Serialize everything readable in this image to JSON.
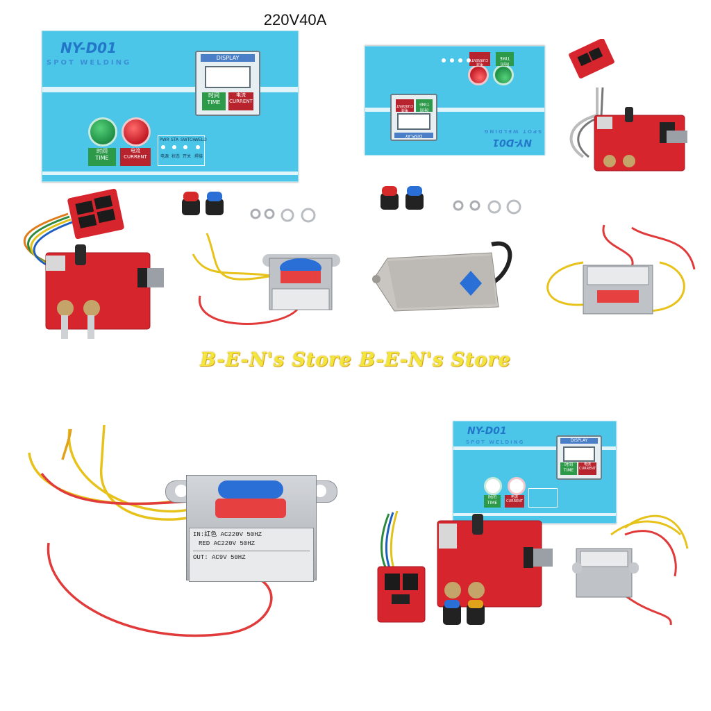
{
  "title": "220V40A",
  "watermark": "B-E-N's Store B-E-N's Store",
  "panel": {
    "brand": "NY-D01",
    "subtitle": "SPOT WELDING",
    "display_label": "DISPLAY",
    "time_cn": "时间",
    "time_en": "TIME",
    "current_cn": "电流",
    "current_en": "CURRENT",
    "leds": [
      {
        "en": "PWR",
        "cn": "电源"
      },
      {
        "en": "STA",
        "cn": "状态"
      },
      {
        "en": "SWTCH",
        "cn": "开关"
      },
      {
        "en": "WELD",
        "cn": "焊接"
      }
    ]
  },
  "transformer": {
    "line1": "IN:红色  AC220V  50HZ",
    "line2": "RED   AC220V  50HZ",
    "line3": "OUT:   AC9V    50HZ"
  },
  "colors": {
    "panel_blue": "#4cc6e8",
    "brand_blue": "#2277c8",
    "pcb_red": "#d7252e",
    "time_green": "#2d9a4a",
    "current_red": "#b8242e",
    "watermark_yellow": "#f3e63a"
  }
}
